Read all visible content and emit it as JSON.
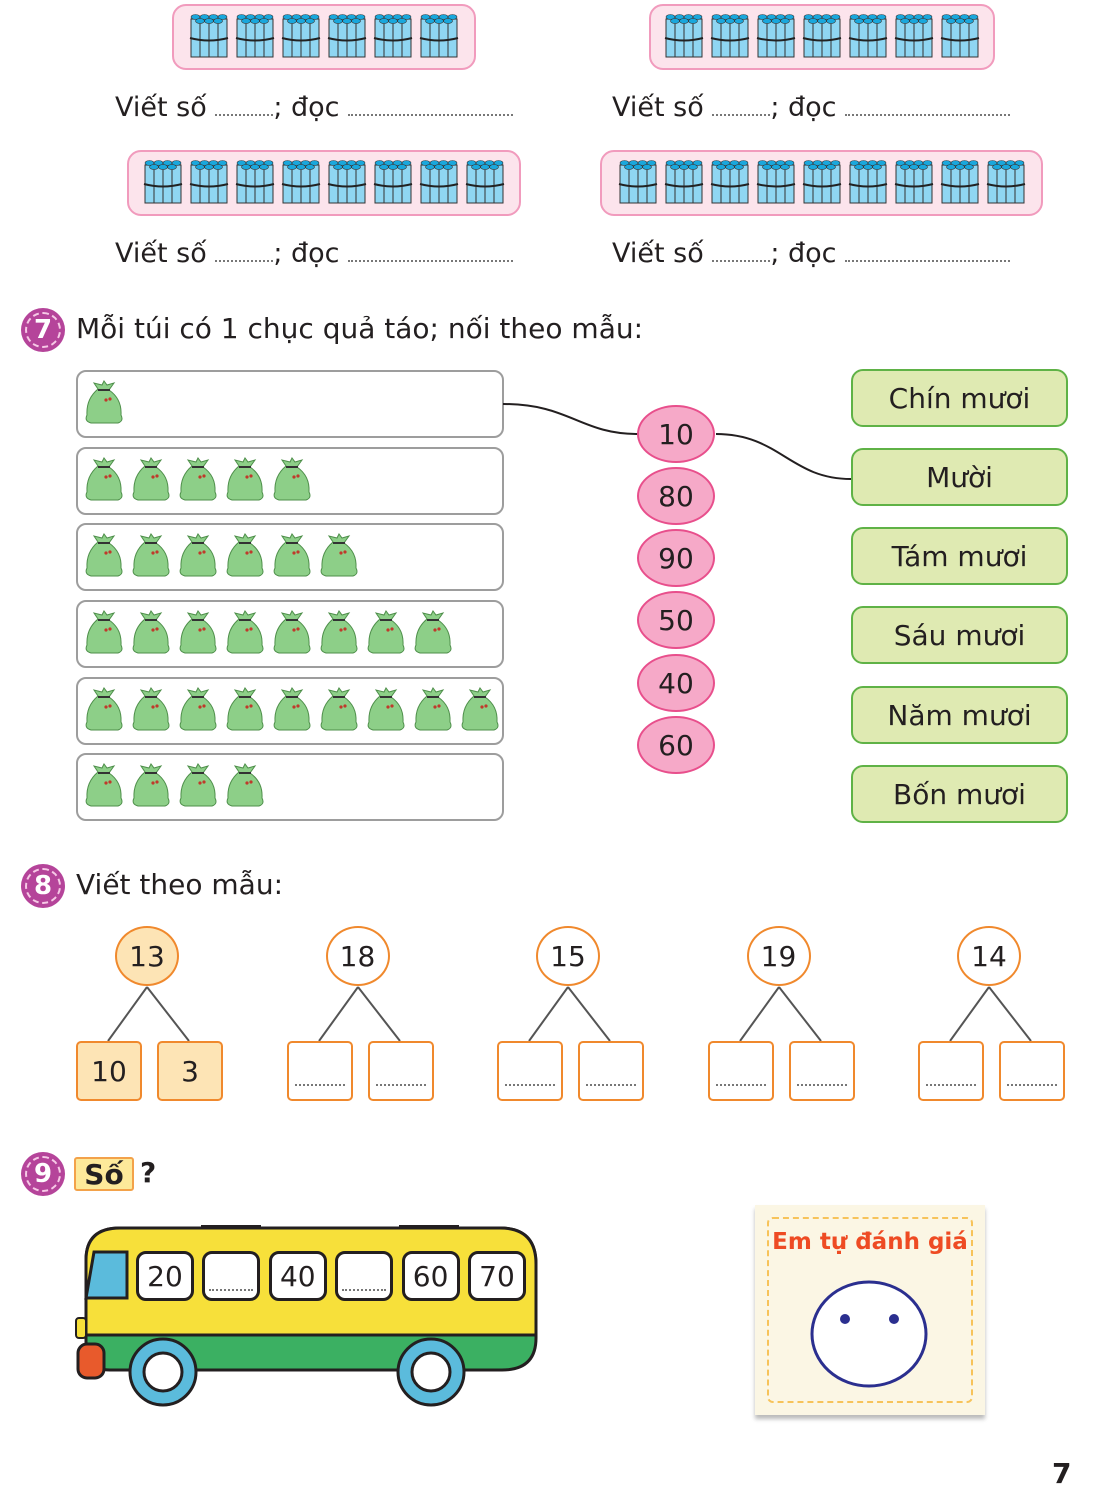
{
  "bundles_exercise": {
    "items": [
      {
        "bundle_count": 6,
        "write_label": "Viết số",
        "read_label": "; đọc"
      },
      {
        "bundle_count": 7,
        "write_label": "Viết số",
        "read_label": "; đọc"
      },
      {
        "bundle_count": 8,
        "write_label": "Viết số",
        "read_label": "; đọc"
      },
      {
        "bundle_count": 9,
        "write_label": "Viết số",
        "read_label": "; đọc"
      }
    ]
  },
  "exercise7": {
    "number": "7",
    "title": "Mỗi túi có 1 chục quả táo; nối theo mẫu:",
    "bag_counts": [
      1,
      5,
      6,
      8,
      9,
      4
    ],
    "numbers": [
      "10",
      "80",
      "90",
      "50",
      "40",
      "60"
    ],
    "words": [
      "Chín mươi",
      "Mười",
      "Tám mươi",
      "Sáu mươi",
      "Năm mươi",
      "Bốn mươi"
    ]
  },
  "exercise8": {
    "number": "8",
    "title": "Viết theo mẫu:",
    "trees": [
      {
        "top": "13",
        "left": "10",
        "right": "3"
      },
      {
        "top": "18",
        "left": "",
        "right": ""
      },
      {
        "top": "15",
        "left": "",
        "right": ""
      },
      {
        "top": "19",
        "left": "",
        "right": ""
      },
      {
        "top": "14",
        "left": "",
        "right": ""
      }
    ]
  },
  "exercise9": {
    "number": "9",
    "tag": "Số",
    "question": "?",
    "windows": [
      "20",
      "",
      "40",
      "",
      "60",
      "70"
    ]
  },
  "self_assessment": {
    "title": "Em tự đánh giá"
  },
  "page_number": "7",
  "colors": {
    "badge": "#b5449a",
    "pink": "#fce4ec",
    "green": "#dfeab2",
    "orange": "#f0892d",
    "bus_yellow": "#f7e03a",
    "bus_green": "#3bb062"
  }
}
